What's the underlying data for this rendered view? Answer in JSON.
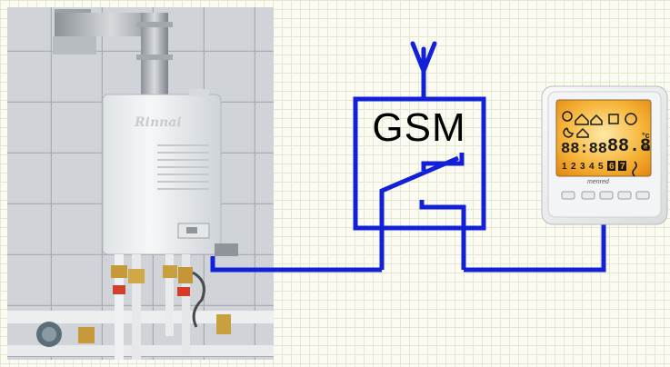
{
  "module": {
    "label": "GSM"
  },
  "boiler": {
    "brand": "Rinnai"
  },
  "thermostat": {
    "brand": "menred",
    "display_left": "88:88",
    "display_right": "88.8",
    "unit_top": "°c",
    "unit_bottom": "%",
    "days": [
      "1",
      "2",
      "3",
      "4",
      "5",
      "6",
      "7"
    ]
  },
  "colors": {
    "wire": "#1220d8",
    "lcd_orange": "#f3a21f",
    "lcd_yellow": "#fbe08a",
    "tile": "#c9ccd0",
    "boiler_body": "#eef0f2"
  }
}
